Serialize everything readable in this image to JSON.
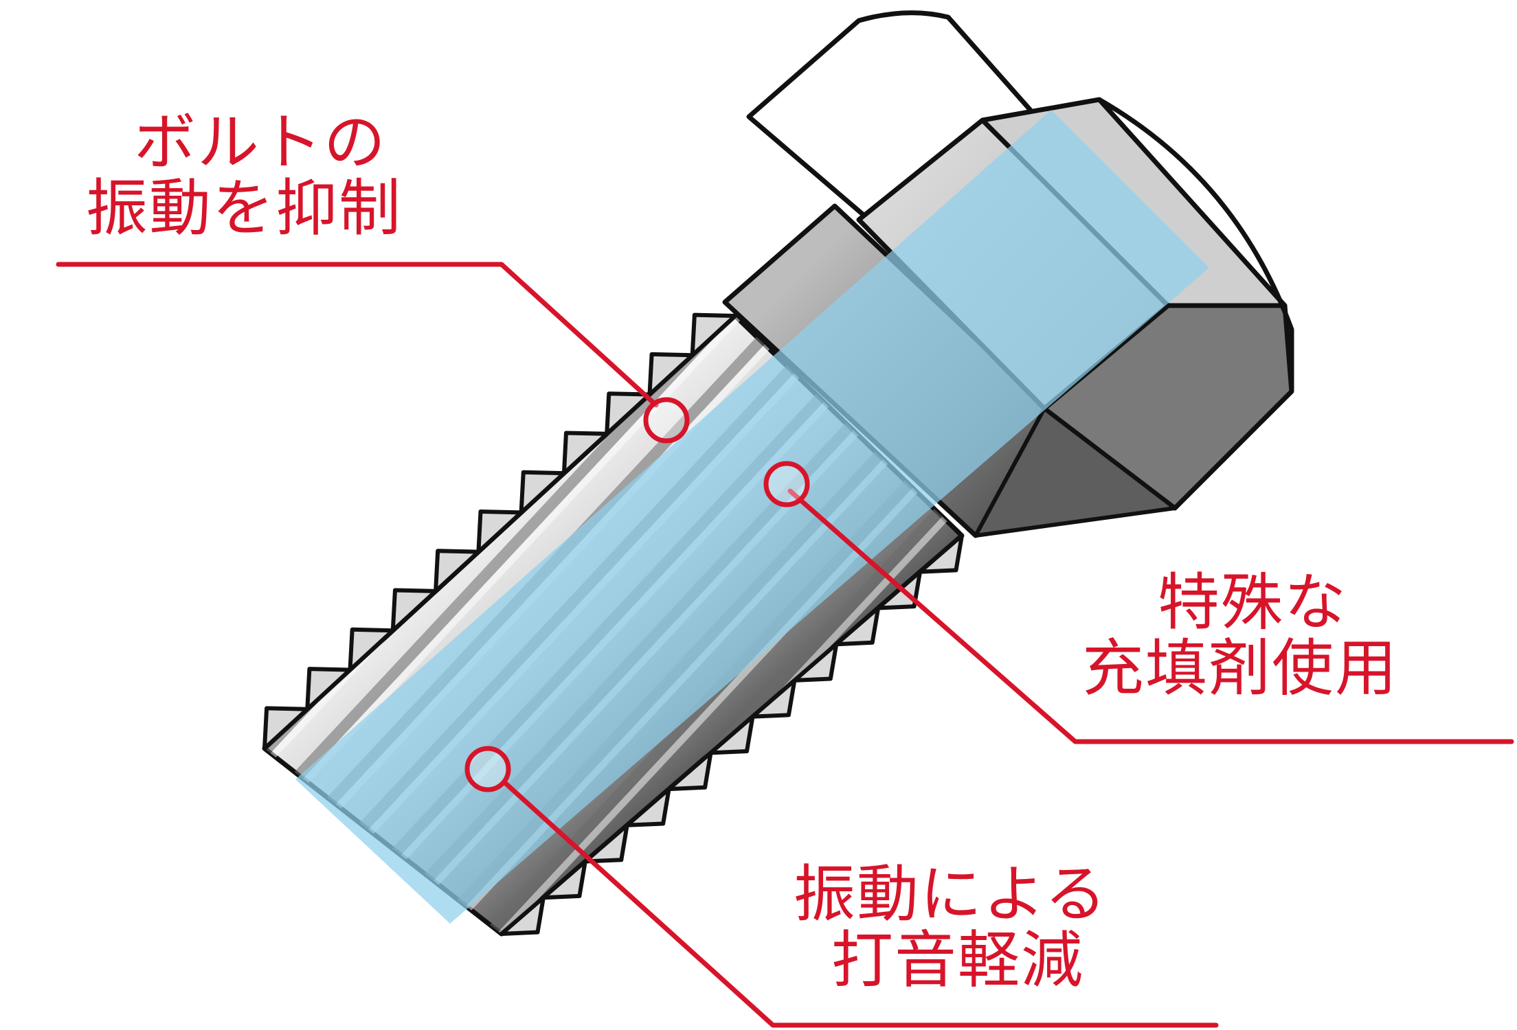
{
  "colors": {
    "callout_red": "#d7142a",
    "compound_blue": "#8fd0ec",
    "metal_gray": "#8a8a8a",
    "outline_black": "#111111"
  },
  "icons": [
    "hex-bolt-illustration"
  ],
  "callouts": [
    {
      "id": "vibration",
      "lines": [
        "ボルトの",
        "振動を抑制"
      ]
    },
    {
      "id": "filler",
      "lines": [
        "特殊な",
        "充填剤使用"
      ]
    },
    {
      "id": "noise",
      "lines": [
        "振動による",
        "打音軽減"
      ]
    }
  ]
}
